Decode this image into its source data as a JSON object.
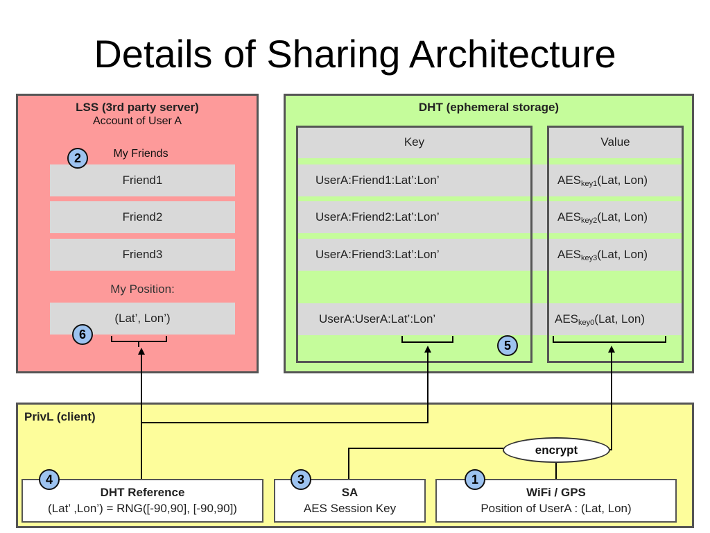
{
  "title": "Details of Sharing Architecture",
  "lss": {
    "title": "LSS (3rd party server)",
    "subtitle": "Account of User A",
    "friends_label": "My Friends",
    "friends": [
      "Friend1",
      "Friend2",
      "Friend3"
    ],
    "position_label": "My Position:",
    "position_value": "(Lat’, Lon’)"
  },
  "dht": {
    "title": "DHT (ephemeral storage)",
    "key_header": "Key",
    "value_header": "Value",
    "rows": [
      {
        "key": "UserA:Friend1:Lat’:Lon’",
        "value_prefix": "AES",
        "value_sub": "key1",
        "value_suffix": "(Lat, Lon)"
      },
      {
        "key": "UserA:Friend2:Lat’:Lon’",
        "value_prefix": "AES",
        "value_sub": "key2",
        "value_suffix": "(Lat, Lon)"
      },
      {
        "key": "UserA:Friend3:Lat’:Lon’",
        "value_prefix": "AES",
        "value_sub": "key3",
        "value_suffix": "(Lat, Lon)"
      },
      {
        "key": "UserA:UserA:Lat’:Lon’",
        "value_prefix": "AES",
        "value_sub": "key0",
        "value_suffix": "(Lat, Lon)"
      }
    ]
  },
  "privl": {
    "title": "PrivL (client)",
    "encrypt_label": "encrypt",
    "dht_ref": {
      "title": "DHT Reference",
      "detail": "(Lat’ ,Lon’) = RNG([-90,90], [-90,90])"
    },
    "sa": {
      "title": "SA",
      "detail": "AES Session Key"
    },
    "wifi": {
      "title": "WiFi / GPS",
      "detail": "Position of UserA : (Lat, Lon)"
    }
  },
  "steps": {
    "s1": "1",
    "s2": "2",
    "s3": "3",
    "s4": "4",
    "s5": "5",
    "s6": "6"
  },
  "colors": {
    "lss_bg": "#fd9a9a",
    "dht_bg": "#c5fc9b",
    "privl_bg": "#fdfd9b",
    "cell_gray": "#d9d9d9",
    "step_circle": "#9dc3f0"
  }
}
